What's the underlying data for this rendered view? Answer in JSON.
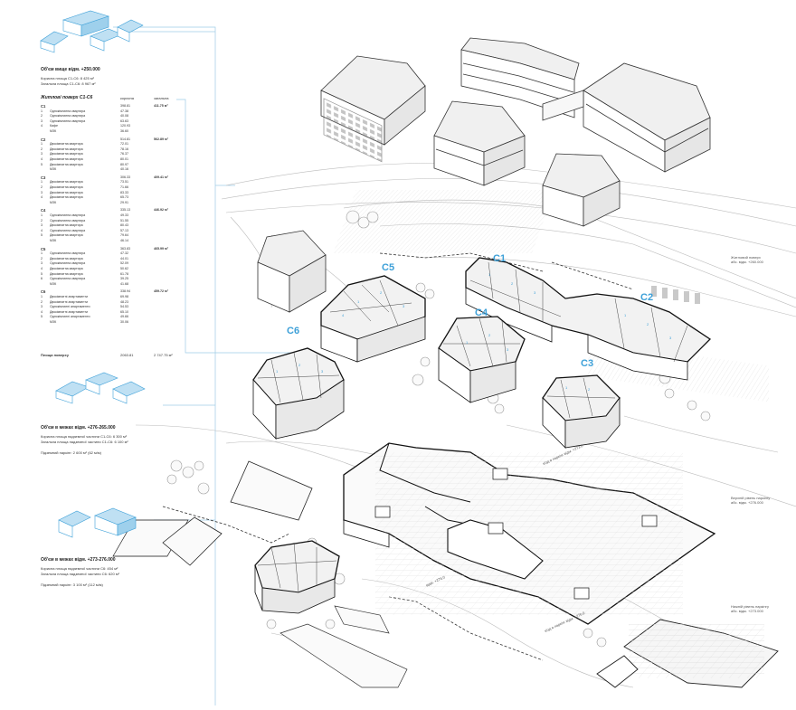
{
  "accent_color": "#3da0d8",
  "line_color": "#9fcbe6",
  "top_block": {
    "title": "Об'єм вище відм. +250.000",
    "line1": "Корисна площа С1-С6: 8 425 м²",
    "line2": "Загальна площа С1-С6: 8 967 м²"
  },
  "table": {
    "title": "Житлові поверх С1-С6",
    "col_useful": "корисна",
    "col_total": "загальна",
    "sections": [
      {
        "code": "С1",
        "area": "398.81",
        "total": "411.75 м²",
        "rows": [
          {
            "n": "1",
            "name": "Однокімнатна квартира",
            "v": "47.38"
          },
          {
            "n": "2",
            "name": "Однокімнатна квартира",
            "v": "40.08"
          },
          {
            "n": "3",
            "name": "Однокімнатна квартира",
            "v": "63.63"
          },
          {
            "n": "4",
            "name": "Кафе",
            "v": "120.93"
          },
          {
            "n": "",
            "name": "МЗК",
            "v": "36.60"
          }
        ]
      },
      {
        "code": "С2",
        "area": "514.81",
        "total": "562.89 м²",
        "rows": [
          {
            "n": "1",
            "name": "Двокімнатна квартира",
            "v": "72.01"
          },
          {
            "n": "2",
            "name": "Двокімнатна квартира",
            "v": "78.16"
          },
          {
            "n": "3",
            "name": "Двокімнатна квартира",
            "v": "76.37"
          },
          {
            "n": "4",
            "name": "Двокімнатна квартира",
            "v": "80.01"
          },
          {
            "n": "5",
            "name": "Двокімнатна квартира",
            "v": "80.97"
          },
          {
            "n": "",
            "name": "МЗК",
            "v": "40.16"
          }
        ]
      },
      {
        "code": "С3",
        "area": "306.33",
        "total": "409.41 м²",
        "rows": [
          {
            "n": "1",
            "name": "Двокімнатна квартира",
            "v": "73.51"
          },
          {
            "n": "2",
            "name": "Двокімнатна квартира",
            "v": "71.66"
          },
          {
            "n": "3",
            "name": "Двокімнатна квартира",
            "v": "83.33"
          },
          {
            "n": "4",
            "name": "Двокімнатна квартира",
            "v": "65.73"
          },
          {
            "n": "",
            "name": "МЗК",
            "v": "29.91"
          }
        ]
      },
      {
        "code": "С4",
        "area": "335.13",
        "total": "446.92 м²",
        "rows": [
          {
            "n": "1",
            "name": "Однокімнатна квартира",
            "v": "49.33"
          },
          {
            "n": "2",
            "name": "Однокімнатна квартира",
            "v": "51.55"
          },
          {
            "n": "3",
            "name": "Двокімнатна квартира",
            "v": "80.43"
          },
          {
            "n": "4",
            "name": "Однокімнатна квартира",
            "v": "57.13"
          },
          {
            "n": "5",
            "name": "Двокімнатна квартира",
            "v": "79.64"
          },
          {
            "n": "",
            "name": "МЗК",
            "v": "46.14"
          }
        ]
      },
      {
        "code": "С5",
        "area": "363.83",
        "total": "465.99 м²",
        "rows": [
          {
            "n": "1",
            "name": "Однокімнатна квартира",
            "v": "47.32"
          },
          {
            "n": "2",
            "name": "Двокімнатна квартира",
            "v": "44.01"
          },
          {
            "n": "3",
            "name": "Однокімнатна квартира",
            "v": "52.09"
          },
          {
            "n": "4",
            "name": "Двокімнатна квартира",
            "v": "50.62"
          },
          {
            "n": "5",
            "name": "Двокімнатна квартира",
            "v": "61.78"
          },
          {
            "n": "6",
            "name": "Однокімнатна квартира",
            "v": "39.25"
          },
          {
            "n": "",
            "name": "МЗК",
            "v": "41.68"
          }
        ]
      },
      {
        "code": "С6",
        "area": "338.94",
        "total": "459.72 м²",
        "rows": [
          {
            "n": "1",
            "name": "Двокімнатні апартаменти",
            "v": "69.98"
          },
          {
            "n": "2",
            "name": "Двокімнатні апартаменти",
            "v": "48.23"
          },
          {
            "n": "3",
            "name": "Однокімнатні апартаменти",
            "v": "54.53"
          },
          {
            "n": "4",
            "name": "Двокімнатні апартаменти",
            "v": "65.10"
          },
          {
            "n": "5",
            "name": "Однокімнатні апартаменти",
            "v": "49.66"
          },
          {
            "n": "",
            "name": "МЗК",
            "v": "30.06"
          }
        ]
      }
    ],
    "floor_label": "Площа поверху",
    "floor_useful": "2063.81",
    "floor_total": "2 747.75 м²"
  },
  "mid_block": {
    "title": "Об'єм в межах відм. +276-265.000",
    "line1": "Корисна площа надземної частини С1-С6: 6 300 м²",
    "line2": "Загальна площа надземної частини С1-С6: 6 100 м²",
    "line3": "Підземний паркінг: 2 600 м² (62 м/м)"
  },
  "low_block": {
    "title": "Об'єм в межах відм. +273-276.000",
    "line1": "Корисна площа надземної частини С6: 454 м²",
    "line2": "Загальна площа надземної частини С6: 620 м²",
    "line3": "Підземний паркінг: 3 100 м² (112 м/м)"
  },
  "building_labels": [
    "С1",
    "С2",
    "С3",
    "С4",
    "С5",
    "С6"
  ],
  "right_notes": {
    "n1": [
      "Житловий поверх",
      "абс. відм. +260.000"
    ],
    "n2": [
      "Верхній рівень паркінгу",
      "абс. відм. +276.000"
    ],
    "n3": [
      "Нижній рівень паркінгу",
      "абс. відм. +273.000"
    ]
  },
  "levels": {
    "l1": "вїзд в паркінг відм. +273.0",
    "l2": "вїзд в паркінг відм. +276.0",
    "l3": "відм. +276.0"
  }
}
